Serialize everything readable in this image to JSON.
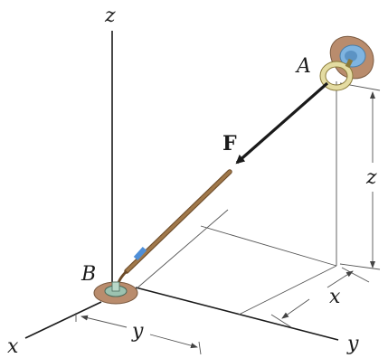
{
  "labels": {
    "z_axis": "z",
    "x_axis": "x",
    "y_axis": "y",
    "point_a": "A",
    "point_b": "B",
    "force": "F",
    "dim_z": "z",
    "dim_x": "x",
    "dim_y": "y"
  },
  "colors": {
    "line": "#1a1a1a",
    "dim_line": "#555555",
    "rope": "#a0784a",
    "rope_dark": "#6b4a28",
    "blue_band": "#4f8fd8",
    "ring": "#e4dca2",
    "ring_edge": "#8a7a3a",
    "wall_patch": "#b98c6d",
    "wall_plate": "#7fb4e0",
    "ground_patch": "#b98c6d",
    "eyebolt": "#9cc2b0"
  }
}
